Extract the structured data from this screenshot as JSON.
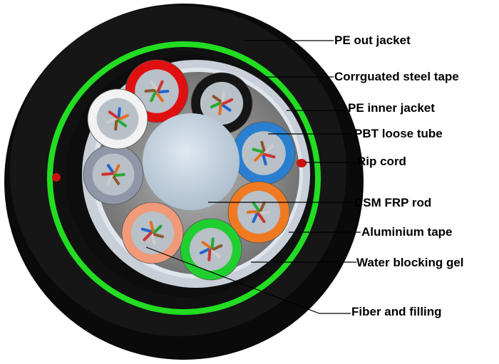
{
  "labels": {
    "pe_out_jacket": "PE out jacket",
    "corrugated_steel_tape": "Corrguated steel tape",
    "pe_inner_jacket": "PE inner jacket",
    "pbt_loose_tube": "PBT loose tube",
    "rip_cord": "Rip cord",
    "csm_frp_rod": "CSM FRP rod",
    "aluminium_tape": "Aluminium tape",
    "water_blocking_gel": "Water blocking gel",
    "fiber_and_filling": "Fiber and filling"
  },
  "colors": {
    "outer_jacket": "#0a0a0a",
    "steel_tape": "#22dd22",
    "inner_jacket": "#111111",
    "aluminium_tape": "#c8cfd8",
    "gel_fill": "#8a8a8a",
    "central_rod": "#c5d3e0",
    "rip_cord": "#cc1111",
    "tubes": [
      "#e01010",
      "#151515",
      "#2a7fd0",
      "#f07a22",
      "#1fcf2f",
      "#f09a7a",
      "#8e96a8",
      "#f2f2f2"
    ]
  }
}
